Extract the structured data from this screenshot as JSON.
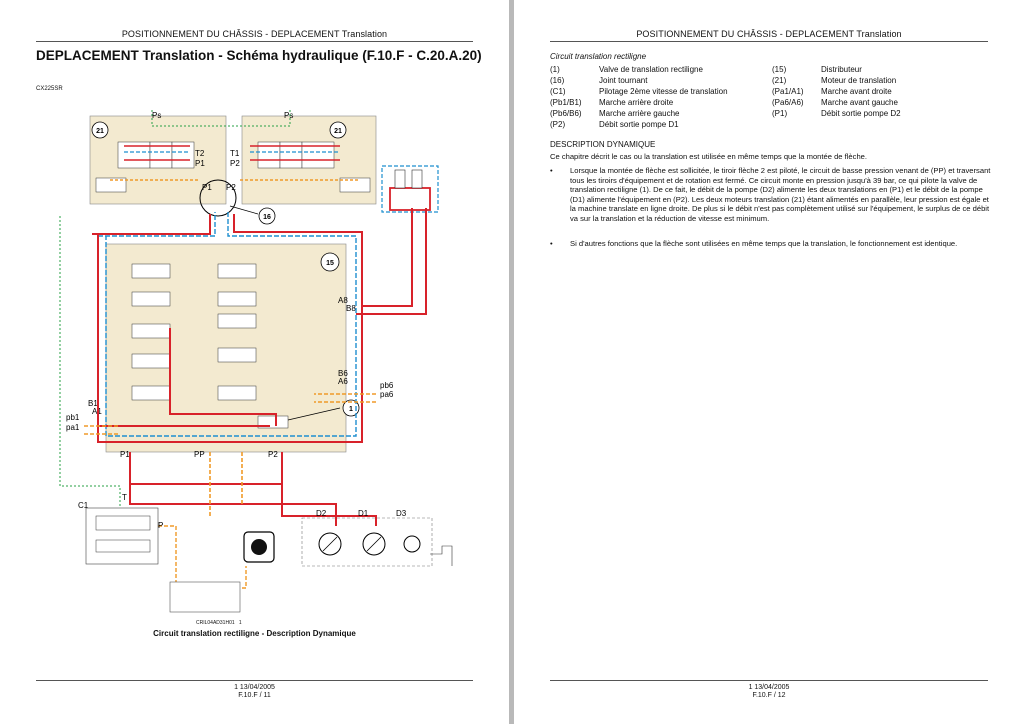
{
  "left_page": {
    "header": "POSITIONNEMENT DU CHÂSSIS - DEPLACEMENT Translation",
    "title": "DEPLACEMENT Translation - Schéma hydraulique (F.10.F - C.20.A.20)",
    "model": "CX225SR",
    "figure_ref": "CRIL04AD31H01",
    "figure_num": "1",
    "caption": "Circuit translation rectiligne - Description Dynamique",
    "footer_date": "1 13/04/2005",
    "footer_page": "F.10.F / 11",
    "diagram": {
      "callouts": [
        "21",
        "21",
        "16",
        "15",
        "1"
      ],
      "labels": [
        "Ps",
        "Ps",
        "T2",
        "P1",
        "T1",
        "P2",
        "P1",
        "P2",
        "A8",
        "B8",
        "B6",
        "A6",
        "pb6",
        "pa6",
        "B1",
        "A1",
        "pb1",
        "pa1",
        "P1",
        "PP",
        "P2",
        "C1",
        "T",
        "P",
        "D2",
        "D1",
        "D3"
      ],
      "colors": {
        "pressure": "#d8222a",
        "return": "#1f8fcf",
        "pilot": "#f09a28",
        "drain": "#27a046",
        "body": "#f3ead0"
      }
    }
  },
  "right_page": {
    "header": "POSITIONNEMENT DU CHÂSSIS - DEPLACEMENT Translation",
    "section_title": "Circuit translation rectiligne",
    "legend_left": [
      {
        "key": "(1)",
        "text": "Valve de translation rectiligne"
      },
      {
        "key": "(16)",
        "text": "Joint tournant"
      },
      {
        "key": "(C1)",
        "text": "Pilotage 2ème vitesse de translation"
      },
      {
        "key": "(Pb1/B1)",
        "text": "Marche arrière droite"
      },
      {
        "key": "(Pb6/B6)",
        "text": "Marche arrière gauche"
      },
      {
        "key": "(P2)",
        "text": "Débit sortie pompe D1"
      }
    ],
    "legend_right": [
      {
        "key": "(15)",
        "text": "Distributeur"
      },
      {
        "key": "(21)",
        "text": "Moteur de translation"
      },
      {
        "key": "(Pa1/A1)",
        "text": "Marche avant droite"
      },
      {
        "key": "(Pa6/A6)",
        "text": "Marche avant gauche"
      },
      {
        "key": "(P1)",
        "text": "Débit sortie pompe D2"
      }
    ],
    "dyn_title": "DESCRIPTION DYNAMIQUE",
    "intro": "Ce chapitre décrit le cas ou la translation est utilisée en même temps que la montée de flèche.",
    "bullets": [
      "Lorsque la montée de flèche est sollicitée, le tiroir flèche 2 est piloté, le circuit de basse pression venant de (PP) et traversant tous les tiroirs d'équipement et de rotation est fermé. Ce circuit monte en pression jusqu'à 39 bar, ce qui pilote la valve de translation rectiligne (1). De ce fait, le débit de la pompe (D2) alimente les deux translations en (P1) et le débit de la pompe (D1) alimente l'équipement en (P2). Les deux moteurs translation (21) étant alimentés en parallèle, leur pression est égale et la machine translate en ligne droite. De plus si le débit n'est pas complètement utilisé sur l'équipement, le surplus de ce débit va sur la translation et la réduction de vitesse est minimum.",
      "Si d'autres fonctions que la flèche sont utilisées en même temps que la translation, le fonctionnement est identique."
    ],
    "bullet_char": "•",
    "footer_date": "1 13/04/2005",
    "footer_page": "F.10.F / 12"
  }
}
